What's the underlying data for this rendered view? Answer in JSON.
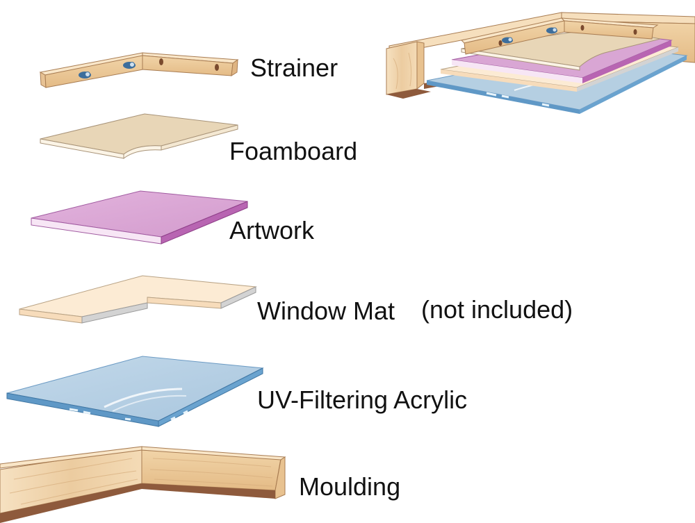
{
  "layers": [
    {
      "id": "strainer",
      "label": "Strainer"
    },
    {
      "id": "foamboard",
      "label": "Foamboard"
    },
    {
      "id": "artwork",
      "label": "Artwork"
    },
    {
      "id": "window_mat",
      "label": "Window Mat",
      "note": "(not included)"
    },
    {
      "id": "acrylic",
      "label": "UV-Filtering Acrylic"
    },
    {
      "id": "moulding",
      "label": "Moulding"
    }
  ],
  "colors": {
    "wood_light": "#f3dcb8",
    "wood_mid": "#e3be8d",
    "wood_dark": "#b98a5a",
    "foam_top": "#e6d4b6",
    "foam_edge": "#fbf3e4",
    "artwork_top": "#d9a6d4",
    "artwork_edge": "#f6e4f3",
    "artwork_side": "#b15aab",
    "mat_top": "#fbead3",
    "mat_edge": "#f7dcbd",
    "mat_side": "#c9c9c9",
    "acrylic_top": "#b5cfe2",
    "acrylic_edge": "#5d93c0",
    "moulding_shadow": "#8e5a3c"
  }
}
